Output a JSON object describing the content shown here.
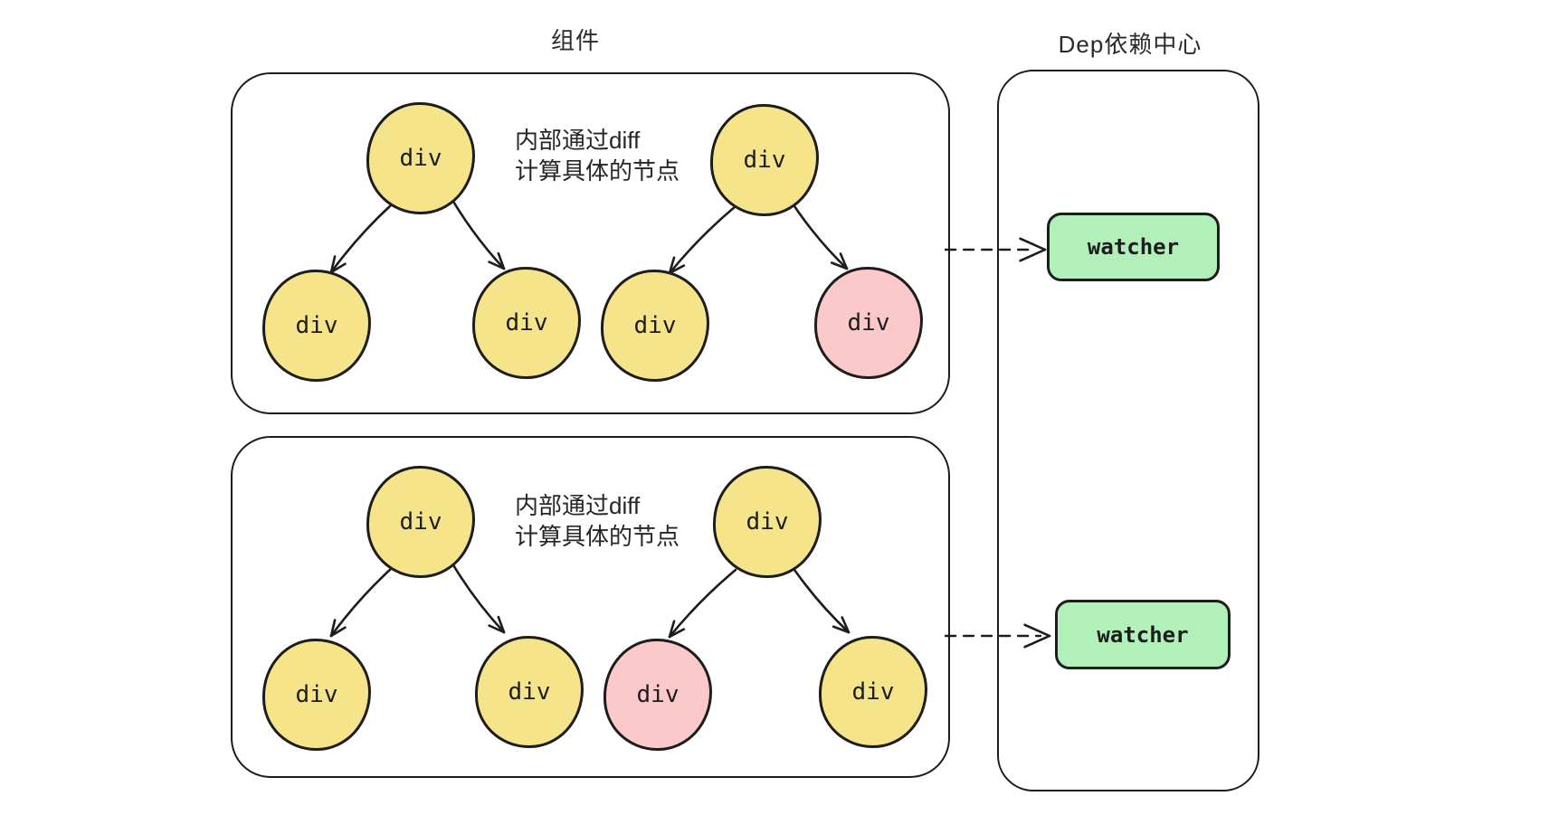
{
  "titles": {
    "components": "组件",
    "dep_center": "Dep依赖中心"
  },
  "colors": {
    "yellow": "#f6e48b",
    "pink": "#fbc9c9",
    "green": "#b1f0b9",
    "stroke": "#1d1d1d"
  },
  "component_boxes": [
    {
      "caption": {
        "line1": "内部通过diff",
        "line2": "计算具体的节点"
      },
      "nodes": [
        {
          "id": "top-left-root",
          "label": "div",
          "color": "yellow"
        },
        {
          "id": "top-right-root",
          "label": "div",
          "color": "yellow"
        },
        {
          "id": "top-left-child-1",
          "label": "div",
          "color": "yellow"
        },
        {
          "id": "top-left-child-2",
          "label": "div",
          "color": "yellow"
        },
        {
          "id": "top-right-child-1",
          "label": "div",
          "color": "yellow"
        },
        {
          "id": "top-right-child-2",
          "label": "div",
          "color": "pink"
        }
      ]
    },
    {
      "caption": {
        "line1": "内部通过diff",
        "line2": "计算具体的节点"
      },
      "nodes": [
        {
          "id": "bottom-left-root",
          "label": "div",
          "color": "yellow"
        },
        {
          "id": "bottom-right-root",
          "label": "div",
          "color": "yellow"
        },
        {
          "id": "bottom-left-child-1",
          "label": "div",
          "color": "yellow"
        },
        {
          "id": "bottom-left-child-2",
          "label": "div",
          "color": "yellow"
        },
        {
          "id": "bottom-right-child-1",
          "label": "div",
          "color": "pink"
        },
        {
          "id": "bottom-right-child-2",
          "label": "div",
          "color": "yellow"
        }
      ]
    }
  ],
  "dep_center": {
    "watchers": [
      {
        "label": "watcher"
      },
      {
        "label": "watcher"
      }
    ]
  }
}
